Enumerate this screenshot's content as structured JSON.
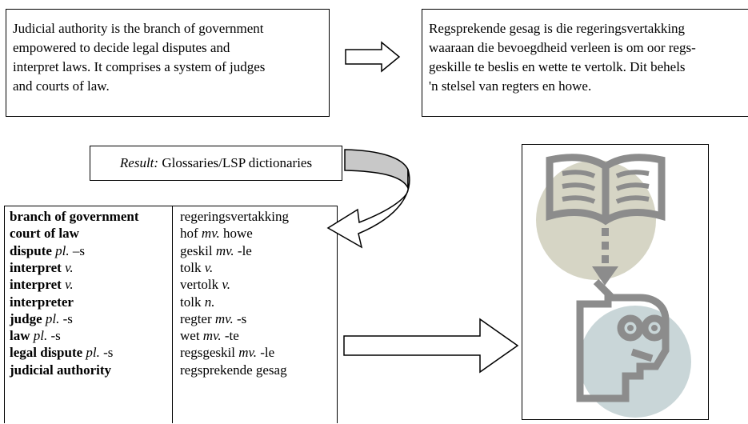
{
  "english_text": {
    "lines": [
      "Judicial authority is the branch of government",
      "empowered to decide legal disputes and",
      "interpret laws. It comprises a system of judges",
      "and courts of law."
    ]
  },
  "afrikaans_text": {
    "lines": [
      "Regsprekende gesag is die regeringsvertakking",
      "waaraan die bevoegdheid verleen is om oor regs-",
      "geskille te beslis en wette te vertolk. Dit behels",
      "'n stelsel van regters en howe."
    ]
  },
  "result": {
    "label": "Result:",
    "text": "Glossaries/LSP dictionaries"
  },
  "glossary": [
    {
      "term": "branch of government",
      "term_note": "",
      "translation": "regeringsvertakking",
      "trans_gram": "",
      "trans_suffix": ""
    },
    {
      "term": "court of law",
      "term_note": "",
      "translation": "hof",
      "trans_gram": "mv.",
      "trans_suffix": "howe"
    },
    {
      "term": "dispute",
      "term_note": "pl.",
      "term_suffix": "–s",
      "translation": "geskil",
      "trans_gram": "mv.",
      "trans_suffix": "-le"
    },
    {
      "term": "interpret",
      "term_note": "v.",
      "term_suffix": "",
      "translation": "tolk",
      "trans_gram": "v.",
      "trans_suffix": ""
    },
    {
      "term": "interpret",
      "term_note": "v.",
      "term_suffix": "",
      "translation": "vertolk",
      "trans_gram": "v.",
      "trans_suffix": ""
    },
    {
      "term": "interpreter",
      "term_note": "",
      "term_suffix": "",
      "translation": "tolk",
      "trans_gram": "n.",
      "trans_suffix": ""
    },
    {
      "term": "judge",
      "term_note": "pl.",
      "term_suffix": "-s",
      "translation": "regter",
      "trans_gram": "mv.",
      "trans_suffix": "-s"
    },
    {
      "term": "law",
      "term_note": "pl.",
      "term_suffix": "-s",
      "translation": "wet",
      "trans_gram": "mv.",
      "trans_suffix": "-te"
    },
    {
      "term": "legal dispute",
      "term_note": "pl.",
      "term_suffix": "-s",
      "translation": "regsgeskil",
      "trans_gram": "mv.",
      "trans_suffix": "-le"
    },
    {
      "term": "judicial authority",
      "term_note": "",
      "term_suffix": "",
      "translation": "regsprekende gesag",
      "trans_gram": "",
      "trans_suffix": ""
    }
  ],
  "illustration": {
    "icons": [
      "open-book-icon",
      "dictionary-reader-face-icon"
    ],
    "colors": {
      "stroke": "#8c8c8c",
      "circle_top": "#d6d5c5",
      "circle_bottom": "#c9d6d8",
      "arrow_fill": "#d9d9d9"
    }
  }
}
